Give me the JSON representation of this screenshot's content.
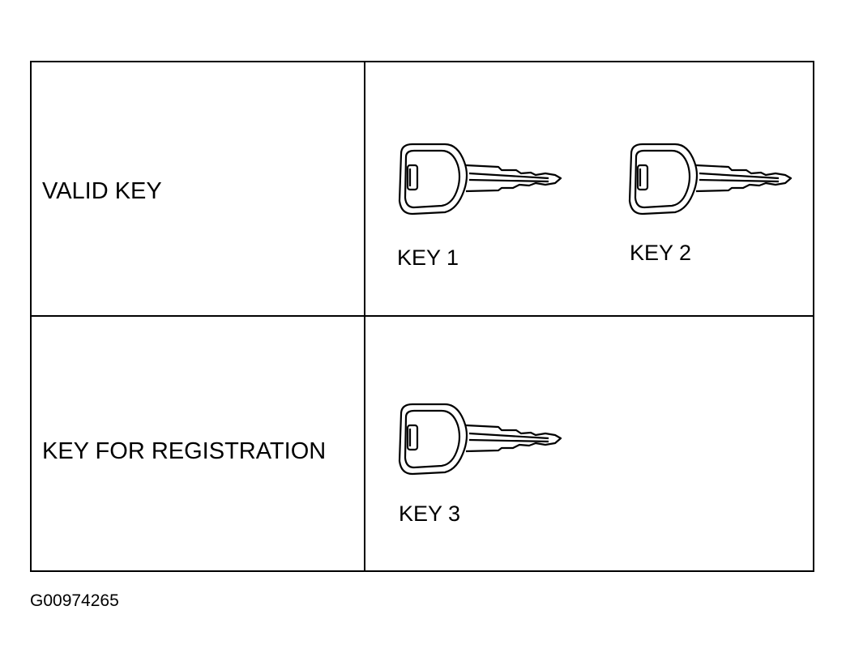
{
  "table": {
    "rows": [
      {
        "label": "VALID KEY",
        "keys": [
          "KEY 1",
          "KEY 2"
        ]
      },
      {
        "label": "KEY FOR REGISTRATION",
        "keys": [
          "KEY 3"
        ]
      }
    ]
  },
  "icons": {
    "key": "key-icon"
  },
  "colors": {
    "line": "#000000",
    "background": "#ffffff"
  },
  "figure_id": "G00974265"
}
